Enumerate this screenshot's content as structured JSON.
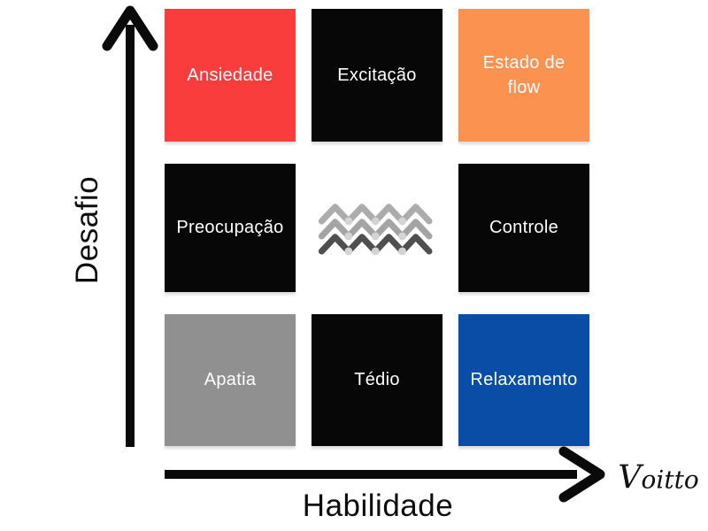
{
  "axes": {
    "y_label": "Desafio",
    "x_label": "Habilidade",
    "color": "#0a0a0a"
  },
  "grid": {
    "cells": [
      {
        "id": "ansiedade",
        "label": "Ansiedade",
        "color": "#F93C3C",
        "text_color": "#FFFFFF"
      },
      {
        "id": "excitacao",
        "label": "Excitação",
        "color": "#070707",
        "text_color": "#FFFFFF"
      },
      {
        "id": "estado-de-flow",
        "label": "Estado de flow",
        "color": "#FB924F",
        "text_color": "#FFFFFF"
      },
      {
        "id": "preocupacao",
        "label": "Preocupação",
        "color": "#070707",
        "text_color": "#FFFFFF"
      },
      {
        "id": "flow-transition",
        "label": "",
        "color": "#FFFFFF",
        "icon": "waves-icon"
      },
      {
        "id": "controle",
        "label": "Controle",
        "color": "#070707",
        "text_color": "#FFFFFF"
      },
      {
        "id": "apatia",
        "label": "Apatia",
        "color": "#909090",
        "text_color": "#FFFFFF"
      },
      {
        "id": "tedio",
        "label": "Tédio",
        "color": "#070707",
        "text_color": "#FFFFFF"
      },
      {
        "id": "relaxamento",
        "label": "Relaxamento",
        "color": "#0A4DA6",
        "text_color": "#FFFFFF"
      }
    ]
  },
  "waves": {
    "line_colors": [
      "#ACACAC",
      "#A4A4A4",
      "#4F4F4F"
    ],
    "dot_color": "#D4D4D4"
  },
  "logo": {
    "text": "Voitto"
  }
}
